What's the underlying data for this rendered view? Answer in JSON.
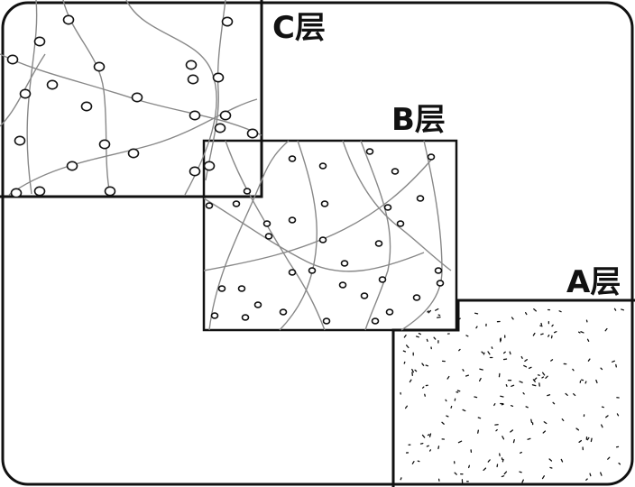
{
  "diagram": {
    "layers": [
      {
        "id": "c",
        "label": "C层"
      },
      {
        "id": "b",
        "label": "B层"
      },
      {
        "id": "a",
        "label": "A层"
      }
    ]
  },
  "colors": {
    "line": "#111111",
    "fiber": "#888888",
    "background": "#ffffff"
  }
}
